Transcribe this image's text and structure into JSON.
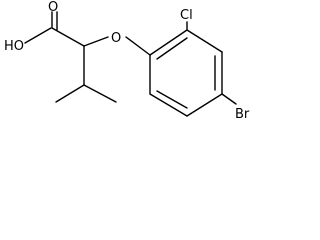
{
  "colors": {
    "background": "#ffffff",
    "ink": "#000000"
  },
  "atoms": {
    "ho": "HO",
    "o_carbonyl": "O",
    "o_ether": "O",
    "cl": "Cl",
    "br": "Br"
  }
}
